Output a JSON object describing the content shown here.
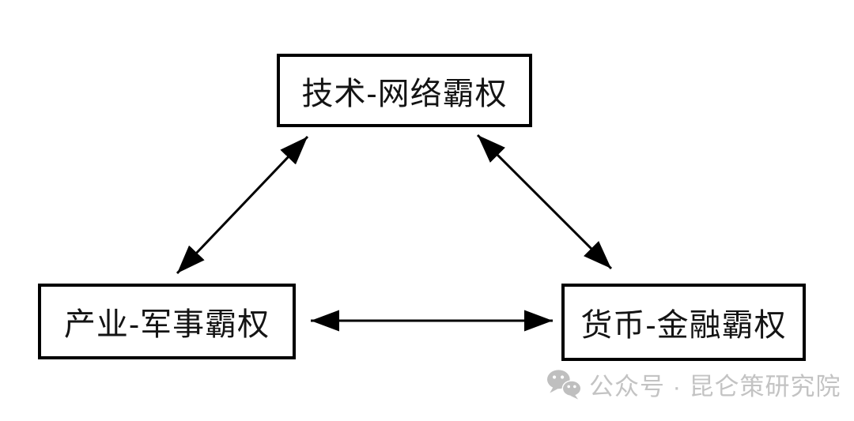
{
  "diagram": {
    "title": "hegemony-triangle",
    "nodes": {
      "top": {
        "label": "技术-网络霸权"
      },
      "bottom_left": {
        "label": "产业-军事霸权"
      },
      "bottom_right": {
        "label": "货币-金融霸权"
      }
    },
    "edges": [
      {
        "from": "bottom_left",
        "to": "top",
        "direction": "bidirectional"
      },
      {
        "from": "top",
        "to": "bottom_right",
        "direction": "bidirectional"
      },
      {
        "from": "bottom_left",
        "to": "bottom_right",
        "direction": "bidirectional"
      }
    ],
    "colors": {
      "background": "#ffffff",
      "node_border": "#000000",
      "node_text": "#141414",
      "arrow": "#000000"
    }
  },
  "watermark": {
    "icon": "wechat-icon",
    "text": "公众号 · 昆仑策研究院",
    "color": "#c3c3c3"
  }
}
